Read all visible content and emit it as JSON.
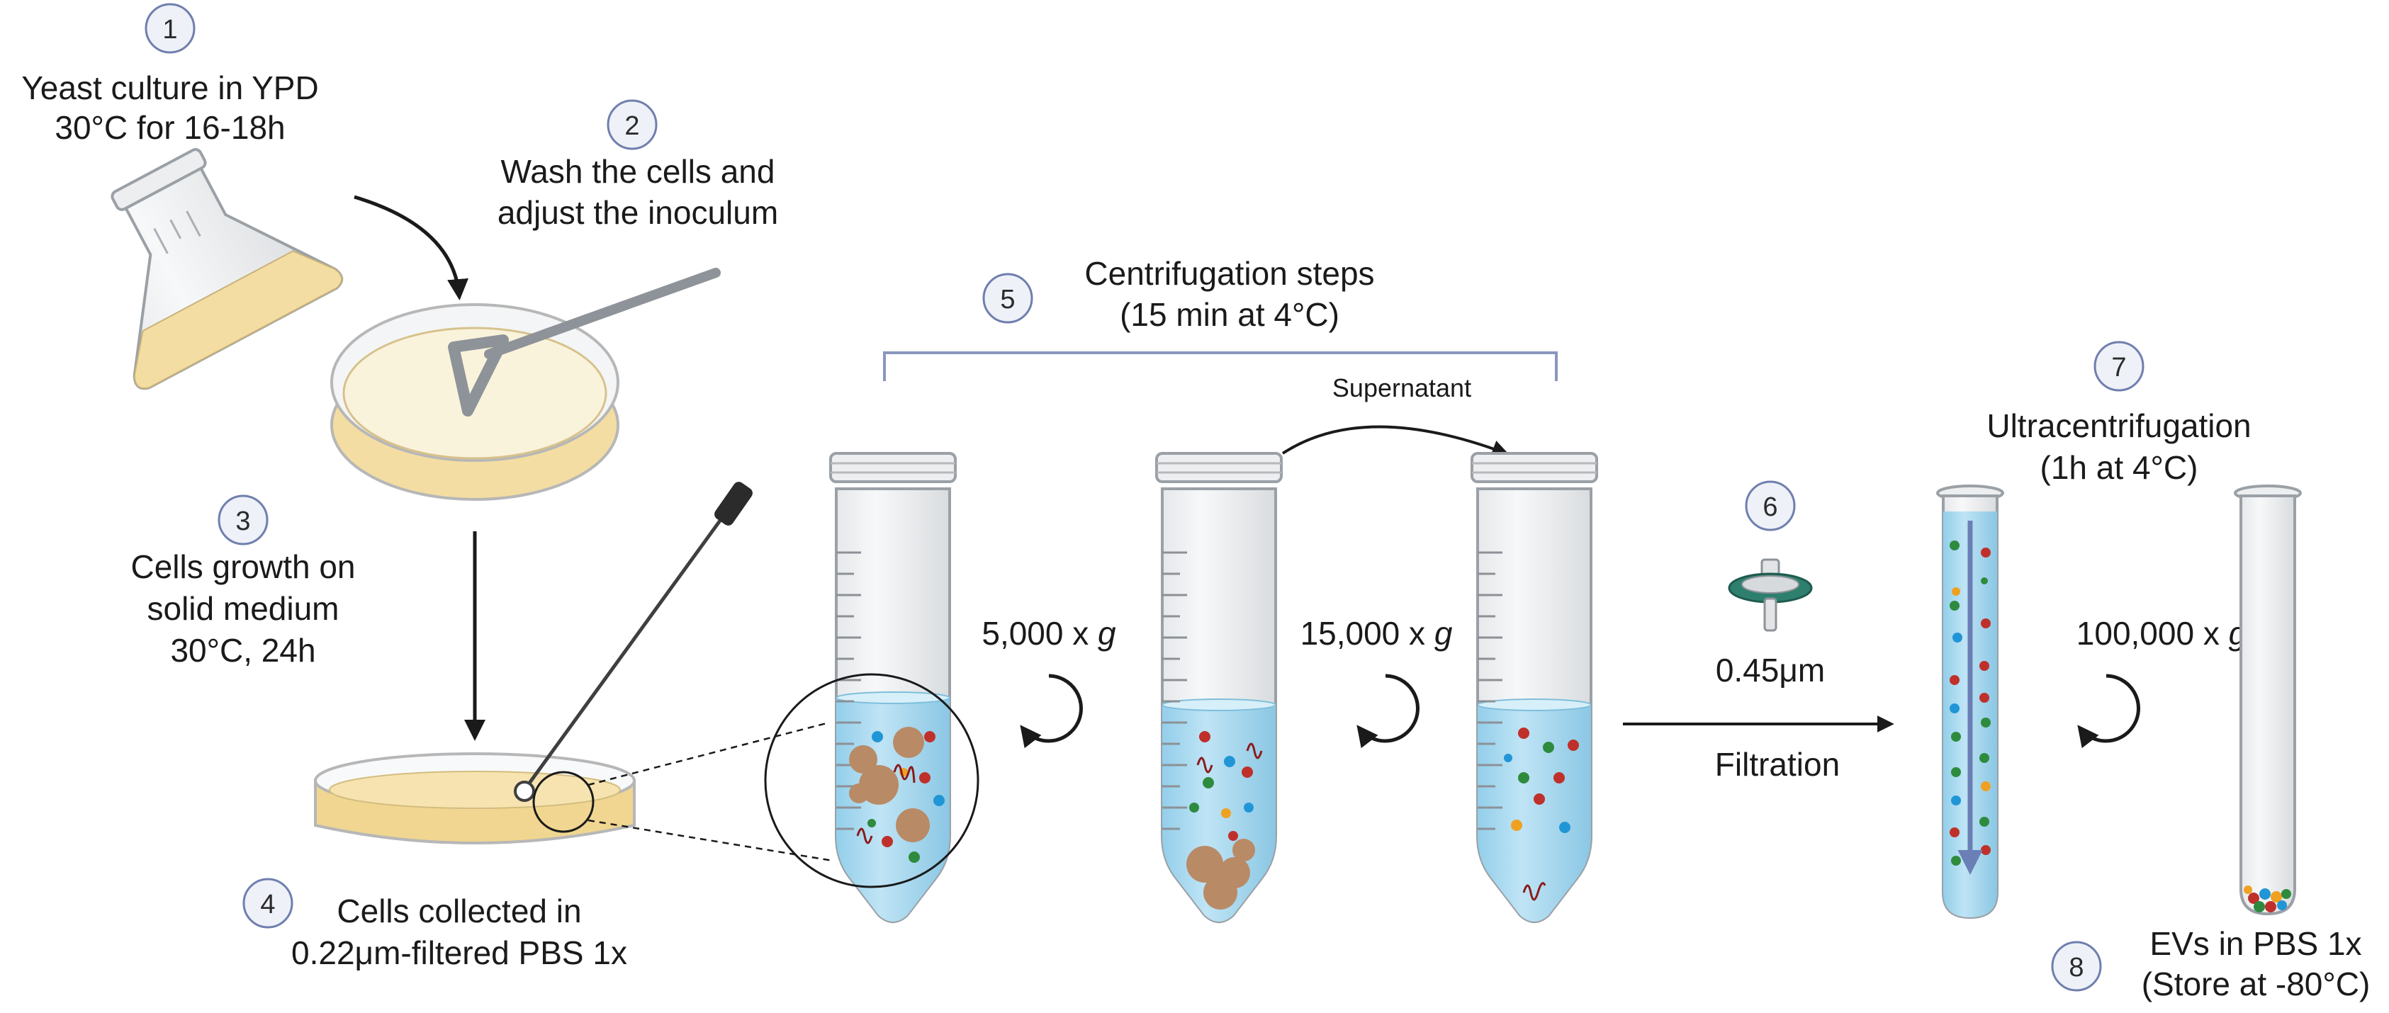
{
  "steps": {
    "s1": {
      "number": "1",
      "line1": "Yeast culture in YPD",
      "line2": "30°C for 16-18h"
    },
    "s2": {
      "number": "2",
      "line1": "Wash the cells and",
      "line2": "adjust the inoculum"
    },
    "s3": {
      "number": "3",
      "line1": "Cells growth on",
      "line2": "solid medium",
      "line3": "30°C, 24h"
    },
    "s4": {
      "number": "4",
      "line1": "Cells collected in",
      "line2": "0.22μm-filtered PBS 1x"
    },
    "s5": {
      "number": "5",
      "line1": "Centrifugation steps",
      "line2": "(15 min at 4°C)"
    },
    "s6": {
      "number": "6",
      "pore": "0.45μm",
      "label": "Filtration"
    },
    "s7": {
      "number": "7",
      "line1": "Ultracentrifugation",
      "line2": "(1h at 4°C)"
    },
    "s8": {
      "number": "8",
      "line1": "EVs in PBS 1x",
      "line2": "(Store at -80°C)"
    }
  },
  "speeds": {
    "c1": {
      "value": "5,000 x ",
      "unit": "g"
    },
    "c2": {
      "value": "15,000 x ",
      "unit": "g"
    },
    "c3": {
      "value": "100,000 x ",
      "unit": "g"
    }
  },
  "supernatant_label": "Supernatant",
  "colors": {
    "badge_fill": "#eef1f8",
    "badge_stroke": "#6f7fae",
    "bracket": "#8a96be",
    "liquid": "#a9d8ee",
    "yeast_medium": "#f3dda2",
    "cell_brown": "#b98a66",
    "ev_red": "#c0302b",
    "ev_green": "#2e8b3e",
    "ev_blue": "#2196d6",
    "ev_orange": "#f0a020",
    "arrow": "#1a1a1a",
    "flow_arrow": "#6a7fb5"
  }
}
